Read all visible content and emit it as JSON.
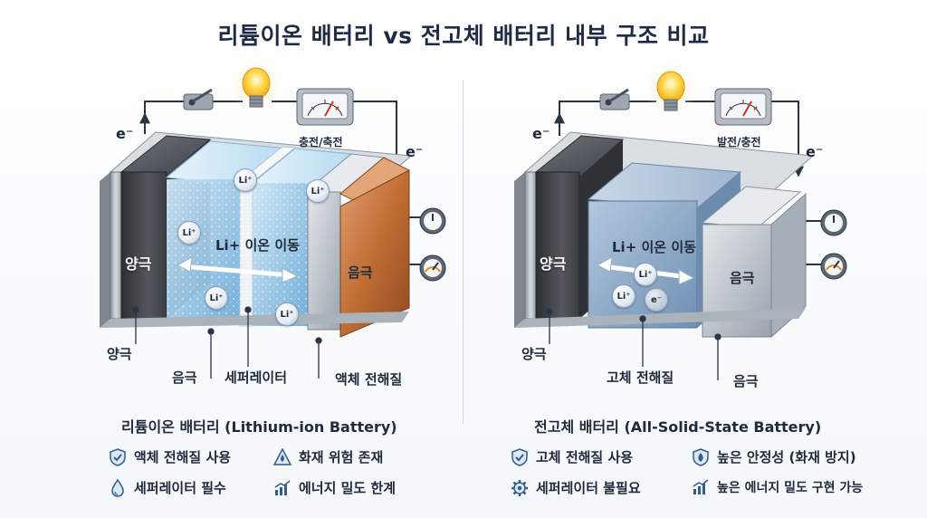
{
  "title": "리튬이온 배터리 vs 전고체 배터리 내부 구조 비교",
  "left": {
    "electron_left": "e⁻",
    "electron_right": "e⁻",
    "meter_label": "충전/축전",
    "cathode_face": "양극",
    "anode_face": "음극",
    "flow_label": "Li+ 이온 이동",
    "ions": [
      "Li⁺",
      "Li⁺",
      "Li⁺",
      "Li⁺",
      "Li⁺"
    ],
    "callout_cathode": "양극",
    "callout_anode": "음극",
    "callout_separator": "세퍼레이터",
    "callout_electrolyte": "액체 전해질",
    "caption": "리튬이온 배터리 (Lithium-ion Battery)",
    "features": [
      {
        "icon": "shield-check-icon",
        "label": "액체 전해질 사용"
      },
      {
        "icon": "fire-warning-icon",
        "label": "화재 위험 존재"
      },
      {
        "icon": "droplet-icon",
        "label": "세퍼레이터 필수"
      },
      {
        "icon": "bar-chart-icon",
        "label": "에너지 밀도 한계"
      }
    ]
  },
  "right": {
    "electron_left": "e⁻",
    "electron_right": "e⁻",
    "meter_label": "발전/충전",
    "cathode_face": "양극",
    "anode_face": "음극",
    "flow_label": "Li+ 이온 이동",
    "ions": [
      "Li⁺",
      "Li⁺",
      "e⁻"
    ],
    "callout_cathode": "양극",
    "callout_electrolyte": "고체 전해질",
    "callout_anode": "음극",
    "caption": "전고체 배터리 (All-Solid-State Battery)",
    "features": [
      {
        "icon": "shield-check-icon",
        "label": "고체 전해질 사용"
      },
      {
        "icon": "fire-shield-icon",
        "label": "높은 안정성 (화재 방지)"
      },
      {
        "icon": "gear-icon",
        "label": "세퍼레이터 불필요"
      },
      {
        "icon": "bar-chart-icon",
        "label": "높은 에너지 밀도 구현 가능"
      }
    ]
  },
  "colors": {
    "icon_blue": "#2f5d8c",
    "wire": "#2b3444",
    "copper": "#c0743a",
    "liquid": "#7ab8e0",
    "solid": "#7d9cc0"
  }
}
